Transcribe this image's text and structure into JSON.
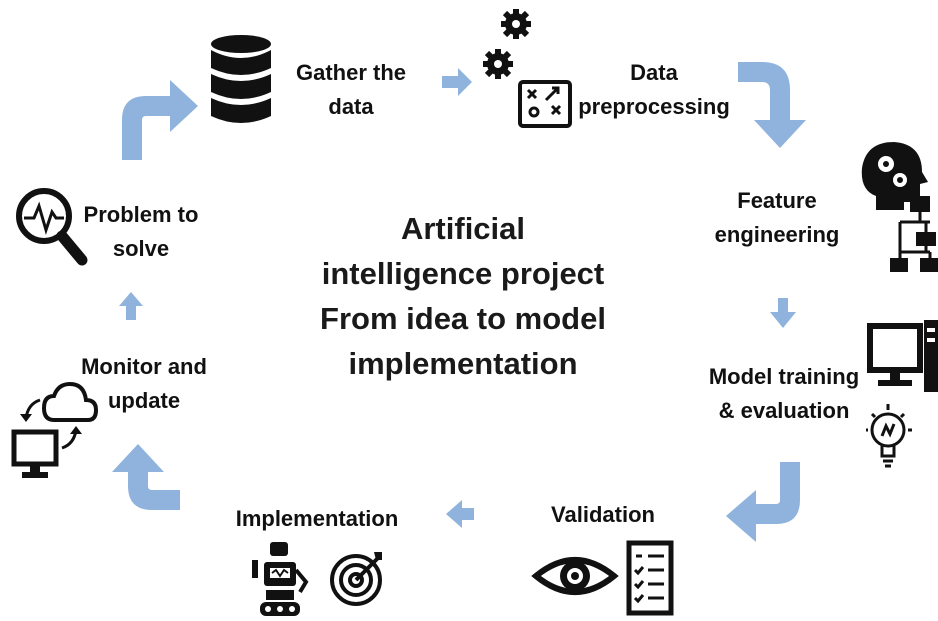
{
  "title": {
    "lines": [
      "Artificial",
      "intelligence project",
      "From idea to model",
      "implementation"
    ]
  },
  "steps": [
    {
      "id": "gather",
      "lines": [
        "Gather the",
        "data"
      ],
      "icon": "database-icon"
    },
    {
      "id": "preprocessing",
      "lines": [
        "Data",
        "preprocessing"
      ],
      "icon": "gears-strategy-icon"
    },
    {
      "id": "feature",
      "lines": [
        "Feature",
        "engineering"
      ],
      "icon": "head-gears-hierarchy-icon"
    },
    {
      "id": "training",
      "lines": [
        "Model training",
        "& evaluation"
      ],
      "icon": "computer-lightbulb-icon"
    },
    {
      "id": "validation",
      "lines": [
        "Validation"
      ],
      "icon": "eye-checklist-icon"
    },
    {
      "id": "implementation",
      "lines": [
        "Implementation"
      ],
      "icon": "robot-target-icon"
    },
    {
      "id": "monitor",
      "lines": [
        "Monitor and",
        "update"
      ],
      "icon": "cloud-monitor-sync-icon"
    },
    {
      "id": "problem",
      "lines": [
        "Problem to",
        "solve"
      ],
      "icon": "magnifier-pulse-icon"
    }
  ],
  "colors": {
    "arrow": "#8fb3dc",
    "text": "#111111",
    "icon": "#111111"
  }
}
